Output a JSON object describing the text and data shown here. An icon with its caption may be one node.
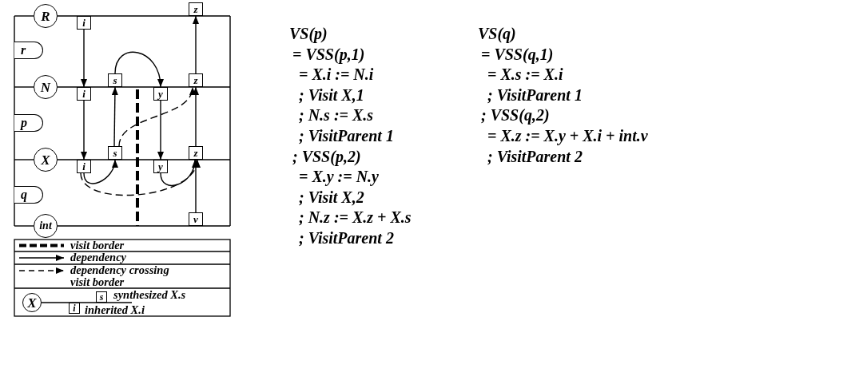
{
  "diagram": {
    "nodes": [
      {
        "text": [
          "R"
        ]
      },
      {
        "text": [
          "i"
        ]
      },
      {
        "text": [
          "z"
        ]
      },
      {
        "text": [
          "r"
        ]
      },
      {
        "text": [
          "s"
        ]
      },
      {
        "text": [
          "z"
        ]
      },
      {
        "text": [
          "N"
        ]
      },
      {
        "text": [
          "i"
        ]
      },
      {
        "text": [
          "y"
        ]
      },
      {
        "text": [
          "p"
        ]
      },
      {
        "text": [
          "s"
        ]
      },
      {
        "text": [
          "z"
        ]
      },
      {
        "text": [
          "X"
        ]
      },
      {
        "text": [
          "i"
        ]
      },
      {
        "text": [
          "y"
        ]
      },
      {
        "text": [
          "q"
        ]
      },
      {
        "text": [
          "v"
        ]
      },
      {
        "text": [
          "int"
        ]
      },
      {
        "text": [
          "X"
        ]
      },
      {
        "text": [
          "s"
        ],
        "beside": [
          "synthesized X.s"
        ]
      },
      {
        "text": [
          "i"
        ],
        "beside": [
          "inherited X.i"
        ]
      }
    ],
    "edges": [
      {
        "from": 1,
        "to": 7,
        "arrow": "to"
      },
      {
        "from": 7,
        "to": 13,
        "arrow": "to"
      },
      {
        "from": 13,
        "to": 10,
        "arrow": "to"
      },
      {
        "from": 10,
        "to": 4,
        "arrow": "to"
      },
      {
        "from": 4,
        "to": 8,
        "arrow": "to"
      },
      {
        "from": 8,
        "to": 14,
        "arrow": "to"
      },
      {
        "from": 14,
        "to": 11,
        "arrow": "to"
      },
      {
        "from": 16,
        "to": 11,
        "arrow": "to"
      },
      {
        "from": 11,
        "to": 5,
        "arrow": "to"
      },
      {
        "from": 5,
        "to": 2,
        "arrow": "to"
      },
      {
        "from": 10,
        "to": 5,
        "arrow": "to",
        "style": "dashed"
      },
      {
        "from": 13,
        "to": 11,
        "arrow": "to",
        "style": "dashed"
      }
    ],
    "labels": [
      "VS(p)",
      "= VSS(p,1)",
      "= X.i := N.i",
      "; Visit X,1",
      "; N.s := X.s",
      "; VisitParent 1",
      "; VSS(p,2)",
      "= X.y := N.y",
      "; Visit X,2",
      "; N.z := X.z + X.s",
      "; VisitParent 2",
      "VS(q)",
      "= VSS(q,1)",
      "= X.s := X.i",
      "; VisitParent 1",
      "; VSS(q,2)",
      "= X.z := X.y + X.i + int.v",
      "; VisitParent 2"
    ],
    "legend": [
      {
        "text": "visit border"
      },
      {
        "text": "dependency"
      },
      {
        "text": "dependency crossing visit border"
      }
    ]
  }
}
